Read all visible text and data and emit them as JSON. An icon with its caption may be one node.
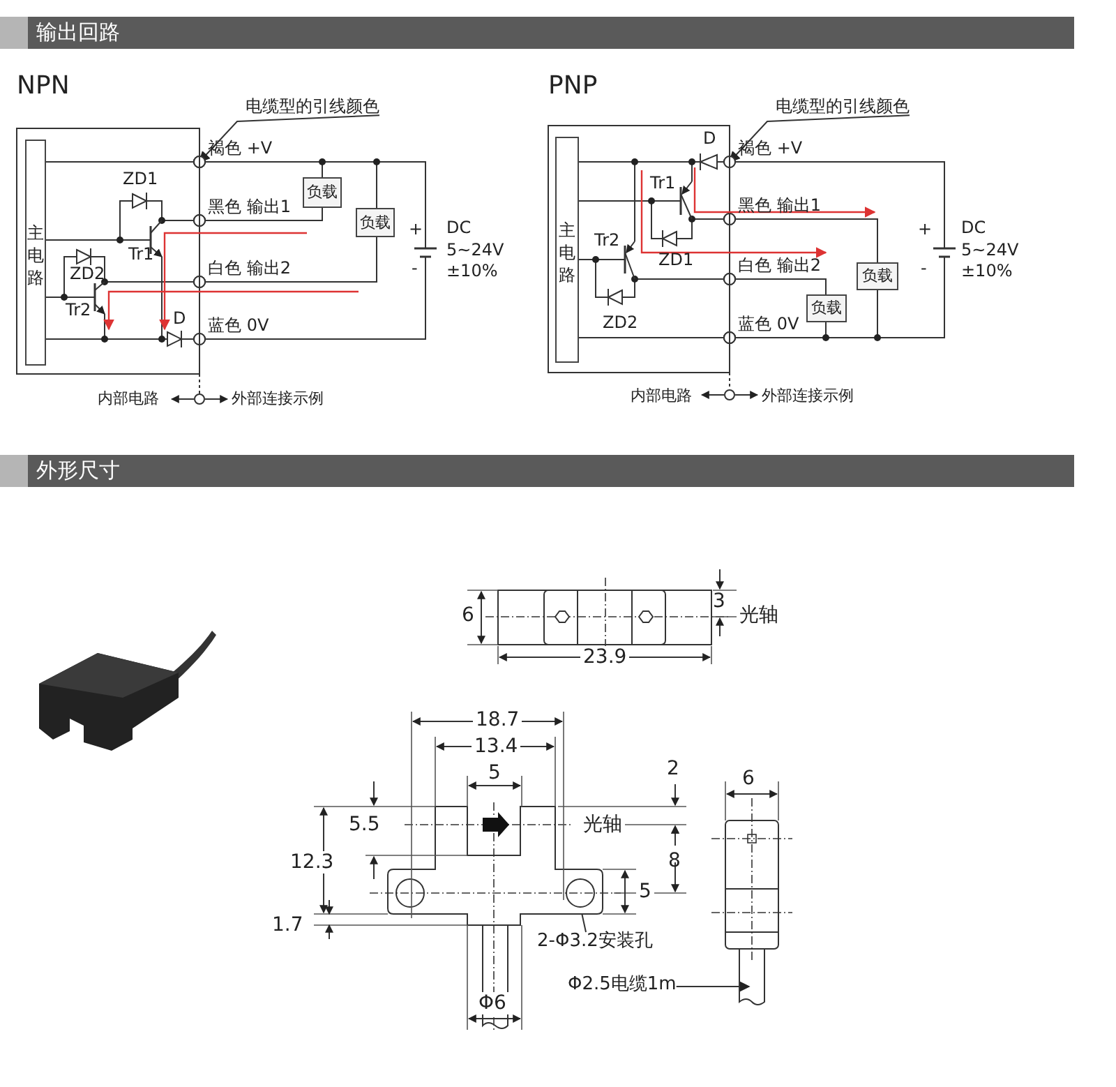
{
  "diagram": {
    "nodes": [
      {
        "text": [
          "电缆型的引线颜色"
        ]
      },
      {
        "text": [
          "褐色 +V"
        ]
      },
      {
        "text": [
          "主电路"
        ]
      },
      {
        "text": [],
        "shape": "diode",
        "beside": [
          "ZD1"
        ]
      },
      {
        "text": [
          "黑色 输出1"
        ]
      },
      {
        "text": [
          "负载"
        ]
      },
      {
        "text": [
          "负载"
        ]
      },
      {
        "text": [],
        "shape": "transistor",
        "beside": [
          "Tr1"
        ]
      },
      {
        "text": [],
        "shape": "battery",
        "beside": [
          "+",
          "-",
          "DC 5~24V ±10%"
        ]
      },
      {
        "text": [],
        "shape": "diode",
        "beside": [
          "ZD2"
        ]
      },
      {
        "text": [
          "白色 输出2"
        ]
      },
      {
        "text": [],
        "shape": "transistor",
        "beside": [
          "Tr2"
        ]
      },
      {
        "text": [],
        "shape": "diode",
        "beside": [
          "D"
        ]
      },
      {
        "text": [
          "蓝色 0V"
        ]
      },
      {
        "text": [
          "电缆型的引线颜色"
        ]
      },
      {
        "text": [],
        "shape": "diode",
        "beside": [
          "D"
        ]
      },
      {
        "text": [
          "褐色 +V"
        ]
      },
      {
        "text": [
          "主电路"
        ]
      },
      {
        "text": [],
        "shape": "transistor",
        "beside": [
          "Tr1"
        ]
      },
      {
        "text": [
          "黑色 输出1"
        ]
      },
      {
        "text": [],
        "shape": "diode",
        "beside": [
          "ZD1"
        ]
      },
      {
        "text": [],
        "shape": "transistor",
        "beside": [
          "Tr2"
        ]
      },
      {
        "text": [],
        "shape": "battery",
        "beside": [
          "+",
          "-",
          "DC 5~24V ±10%"
        ]
      },
      {
        "text": [
          "白色 输出2"
        ]
      },
      {
        "text": [
          "负载"
        ]
      },
      {
        "text": [
          "负载"
        ]
      },
      {
        "text": [],
        "shape": "diode",
        "beside": [
          "ZD2"
        ]
      },
      {
        "text": [
          "蓝色 0V"
        ]
      },
      {
        "text": [
          "2-Φ3.2安装孔"
        ]
      },
      {
        "text": [
          "Φ2.5电缆1m"
        ]
      }
    ],
    "edges": [
      {
        "from": 0,
        "to": 1,
        "arrow": "to"
      },
      {
        "from": 2,
        "to": 1,
        "arrow": "other"
      },
      {
        "from": 1,
        "to": 5,
        "arrow": "other"
      },
      {
        "from": 1,
        "to": 6,
        "arrow": "other"
      },
      {
        "from": 1,
        "to": 8,
        "arrow": "other"
      },
      {
        "from": 8,
        "to": 13,
        "arrow": "other"
      },
      {
        "from": 2,
        "to": 7,
        "arrow": "none"
      },
      {
        "from": 2,
        "to": 3,
        "arrow": "none"
      },
      {
        "from": 3,
        "to": 4,
        "arrow": "other"
      },
      {
        "from": 7,
        "to": 4,
        "arrow": "other"
      },
      {
        "from": 4,
        "to": 5,
        "arrow": "other"
      },
      {
        "from": 2,
        "to": 11,
        "arrow": "none"
      },
      {
        "from": 2,
        "to": 9,
        "arrow": "none"
      },
      {
        "from": 9,
        "to": 10,
        "arrow": "other"
      },
      {
        "from": 11,
        "to": 10,
        "arrow": "other"
      },
      {
        "from": 10,
        "to": 6,
        "arrow": "other"
      },
      {
        "from": 7,
        "to": 12,
        "arrow": "none"
      },
      {
        "from": 11,
        "to": 12,
        "arrow": "none"
      },
      {
        "from": 2,
        "to": 12,
        "arrow": "none"
      },
      {
        "from": 12,
        "to": 13,
        "arrow": "other"
      },
      {
        "from": 14,
        "to": 16,
        "arrow": "to"
      },
      {
        "from": 17,
        "to": 15,
        "arrow": "none"
      },
      {
        "from": 15,
        "to": 16,
        "arrow": "other"
      },
      {
        "from": 21,
        "to": 15,
        "arrow": "none"
      },
      {
        "from": 18,
        "to": 15,
        "arrow": "none"
      },
      {
        "from": 17,
        "to": 18,
        "arrow": "none"
      },
      {
        "from": 17,
        "to": 20,
        "arrow": "none"
      },
      {
        "from": 20,
        "to": 19,
        "arrow": "other"
      },
      {
        "from": 18,
        "to": 19,
        "arrow": "other"
      },
      {
        "from": 17,
        "to": 21,
        "arrow": "none"
      },
      {
        "from": 17,
        "to": 26,
        "arrow": "none"
      },
      {
        "from": 26,
        "to": 23,
        "arrow": "other"
      },
      {
        "from": 21,
        "to": 23,
        "arrow": "other"
      },
      {
        "from": 19,
        "to": 24,
        "arrow": "other"
      },
      {
        "from": 23,
        "to": 25,
        "arrow": "other"
      },
      {
        "from": 24,
        "to": 27,
        "arrow": "other"
      },
      {
        "from": 25,
        "to": 27,
        "arrow": "other"
      },
      {
        "from": 16,
        "to": 22,
        "arrow": "other"
      },
      {
        "from": 22,
        "to": 27,
        "arrow": "other"
      },
      {
        "from": 17,
        "to": 27,
        "arrow": "other"
      },
      {
        "from": 28,
        "to": null,
        "arrow": "to"
      },
      {
        "from": 29,
        "to": null,
        "arrow": "to"
      }
    ],
    "labels": [
      "输出回路",
      "NPN",
      "内部电路",
      "外部连接示例",
      "PNP",
      "内部电路",
      "外部连接示例",
      "外形尺寸",
      "6",
      "3",
      "光轴",
      "23.9",
      "18.7",
      "13.4",
      "5",
      "2",
      "5.5",
      "光轴",
      "12.3",
      "8",
      "5",
      "1.7",
      "6",
      "Φ6"
    ]
  }
}
